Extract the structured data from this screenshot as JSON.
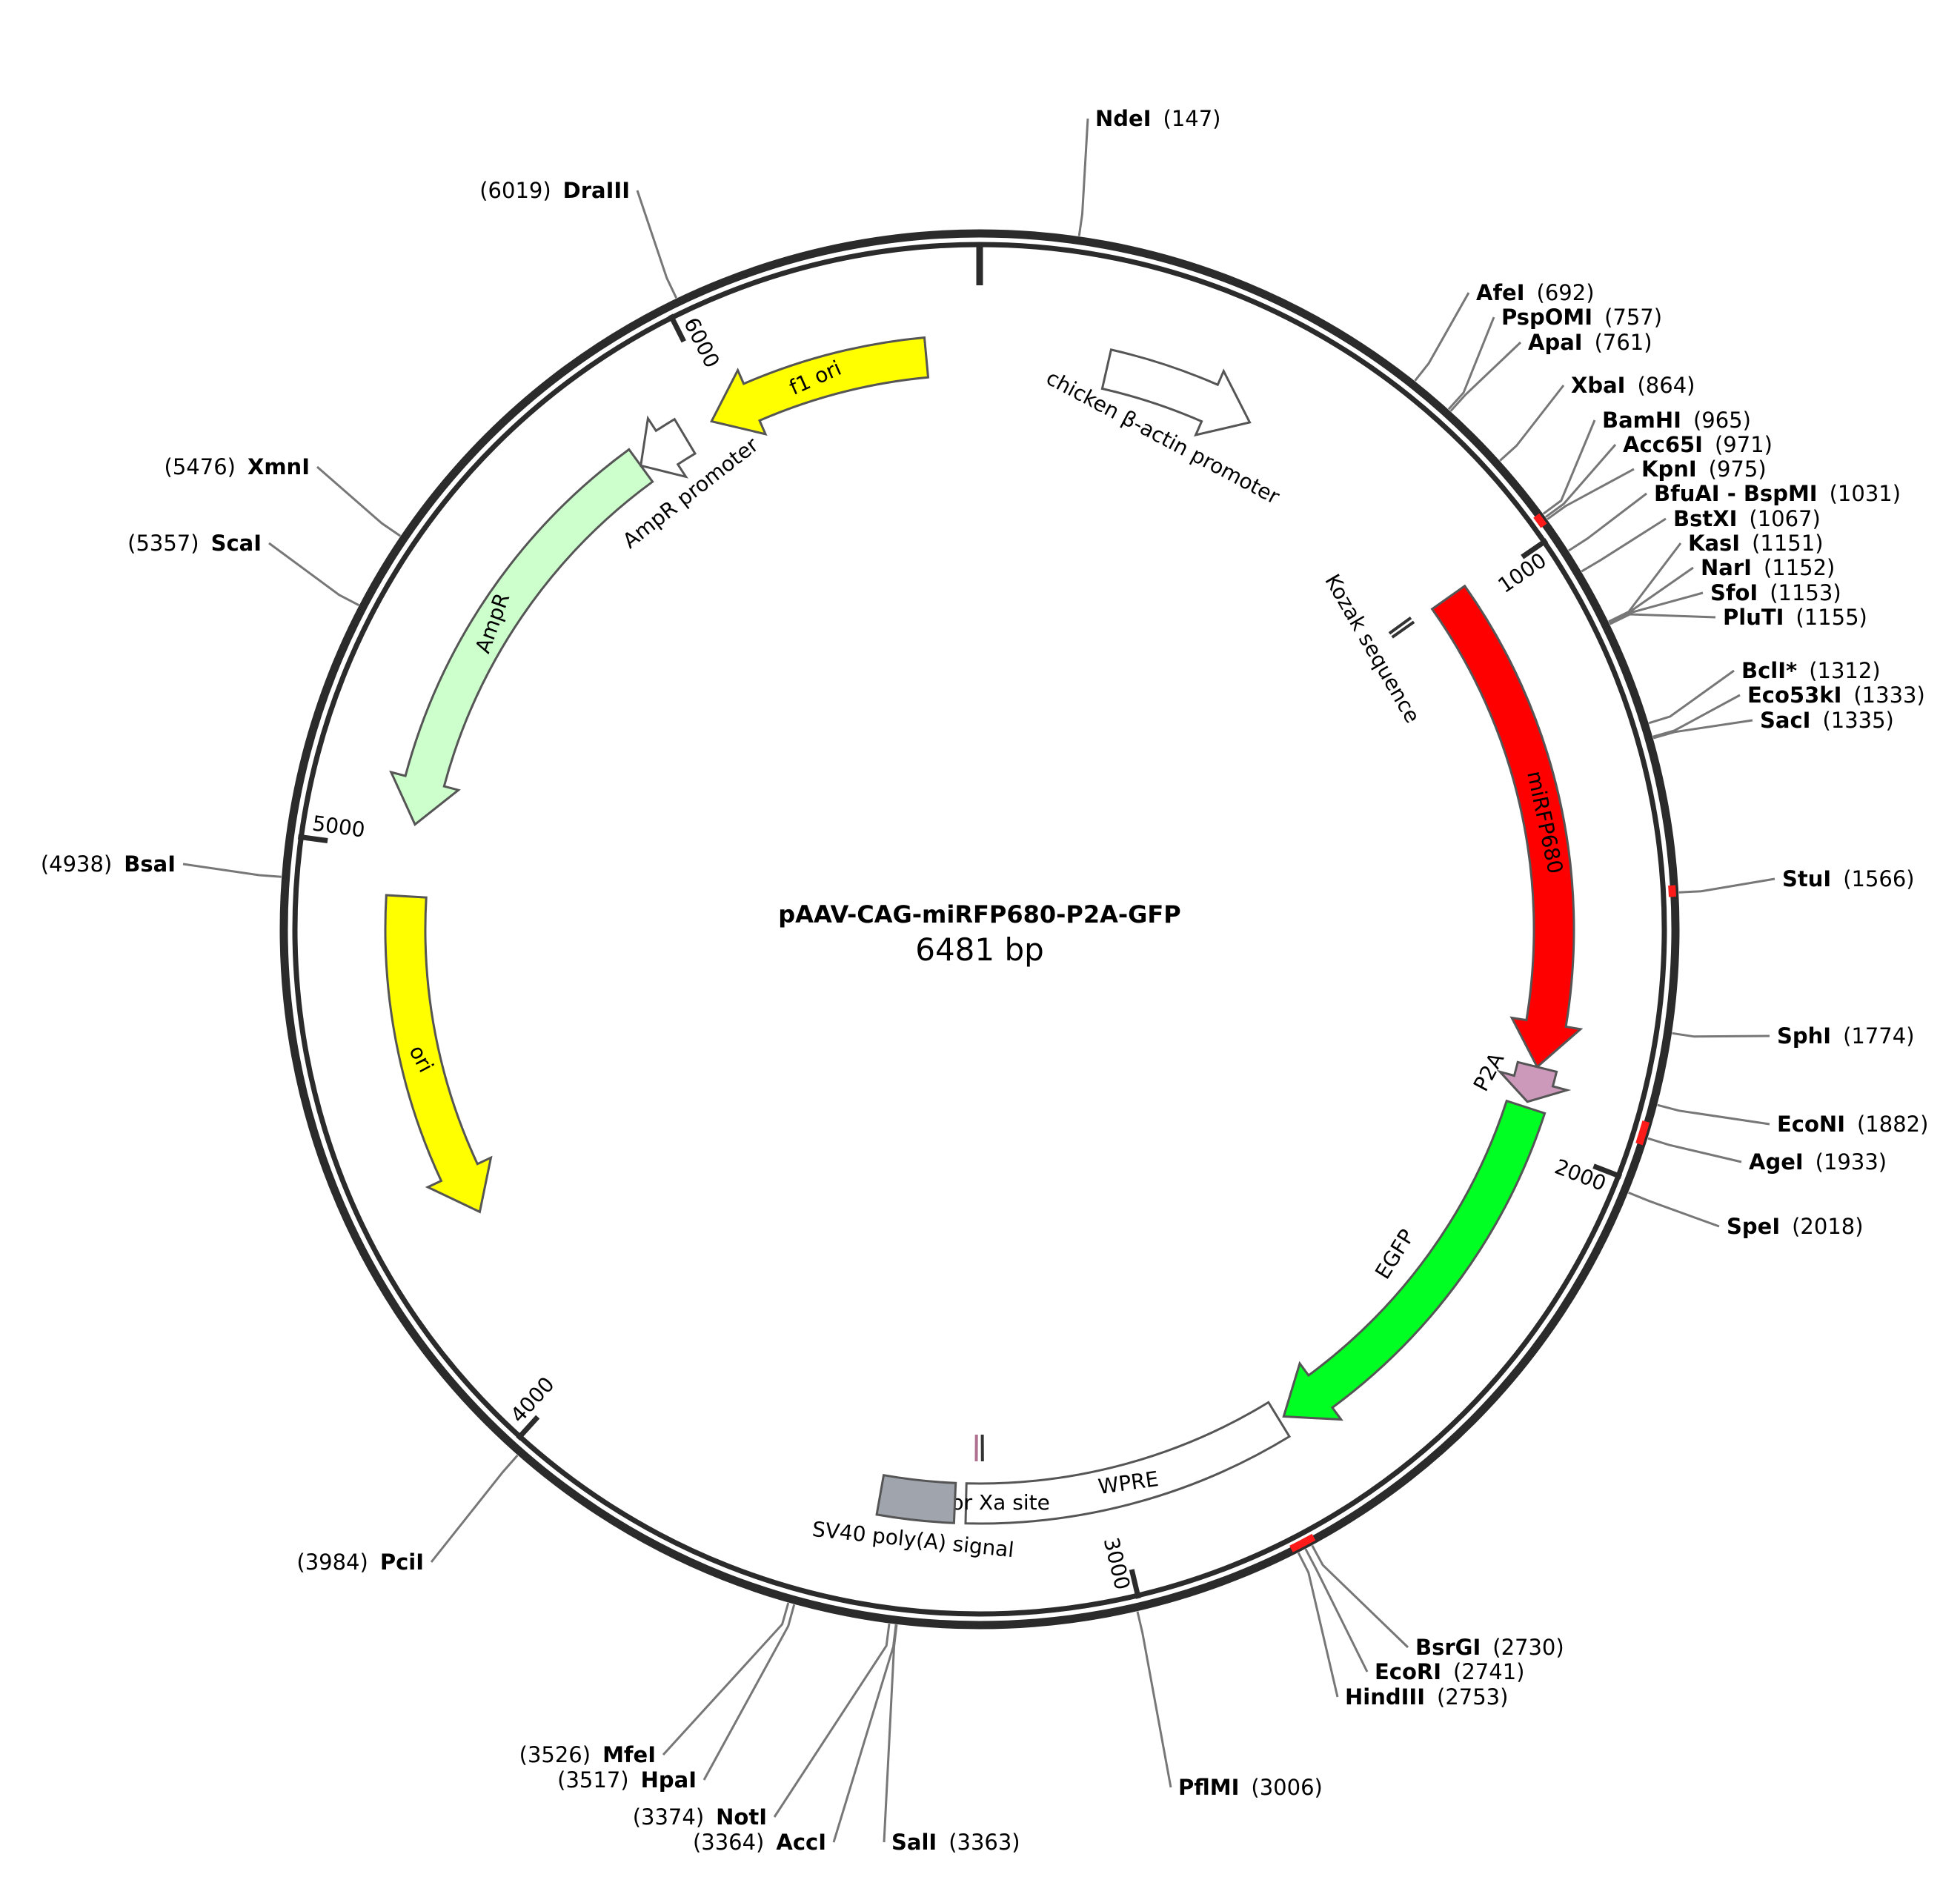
{
  "plasmid": {
    "name": "pAAV-CAG-miRFP680-P2A-GFP",
    "size_label": "6481 bp",
    "length": 6481
  },
  "colors": {
    "backbone": "#2b2b2b",
    "highlight": "#ff1a1a",
    "outline": "#555555",
    "leader": "#777777"
  },
  "ticks": [
    {
      "pos": 1000,
      "label": "1000"
    },
    {
      "pos": 2000,
      "label": "2000"
    },
    {
      "pos": 3000,
      "label": "3000"
    },
    {
      "pos": 4000,
      "label": "4000"
    },
    {
      "pos": 5000,
      "label": "5000"
    },
    {
      "pos": 6000,
      "label": "6000"
    }
  ],
  "backbone_highlights": [
    {
      "start": 961,
      "end": 980
    },
    {
      "start": 1555,
      "end": 1572
    },
    {
      "start": 1910,
      "end": 1945
    },
    {
      "start": 2722,
      "end": 2760
    }
  ],
  "features": [
    {
      "name": "chicken β-actin promoter",
      "start": 230,
      "end": 505,
      "dir": 1,
      "color": "#ffffff",
      "ring": 1,
      "arrow": true,
      "label_inside": false
    },
    {
      "name": "Kozak sequence",
      "start": 975,
      "end": 985,
      "dir": 1,
      "color": "#ffffff",
      "ring": 2,
      "arrow": false,
      "label_inside": false
    },
    {
      "name": "miRFP680",
      "start": 985,
      "end": 1870,
      "dir": 1,
      "color": "#ff0000",
      "ring": 1,
      "arrow": true,
      "label_inside": true,
      "text_color": "#ffffff"
    },
    {
      "name": "P2A",
      "start": 1870,
      "end": 1935,
      "dir": 1,
      "color": "#cc99bb",
      "ring": 1,
      "arrow": true,
      "label_inside": false
    },
    {
      "name": "EGFP",
      "start": 1945,
      "end": 2665,
      "dir": 1,
      "color": "#00ff22",
      "ring": 1,
      "arrow": true,
      "label_inside": false
    },
    {
      "name": "WPRE",
      "start": 2675,
      "end": 3265,
      "dir": 1,
      "color": "#ffffff",
      "ring": 1,
      "arrow": false,
      "label_inside": true,
      "text_color": "#000000"
    },
    {
      "name": "Factor Xa site",
      "start": 3235,
      "end": 3247,
      "dir": 1,
      "color": "#cc99bb",
      "ring": 2,
      "arrow": false,
      "label_inside": false
    },
    {
      "name": "SV40 poly(A) signal",
      "start": 3285,
      "end": 3420,
      "dir": 1,
      "color": "#a0a4ad",
      "ring": 1,
      "arrow": false,
      "label_inside": false
    },
    {
      "name": "ori",
      "start": 4330,
      "end": 4920,
      "dir": -1,
      "color": "#ffff00",
      "ring": 1,
      "arrow": true,
      "label_inside": true,
      "text_color": "#000000"
    },
    {
      "name": "AmpR",
      "start": 5050,
      "end": 5830,
      "dir": -1,
      "color": "#ccffcc",
      "ring": 1,
      "arrow": true,
      "label_inside": true,
      "text_color": "#000000"
    },
    {
      "name": "AmpR promoter",
      "start": 5830,
      "end": 5925,
      "dir": -1,
      "color": "#ffffff",
      "ring": 1,
      "arrow": true,
      "label_inside": false
    },
    {
      "name": "f1 ori",
      "start": 5980,
      "end": 6385,
      "dir": -1,
      "color": "#ffff00",
      "ring": 1,
      "arrow": true,
      "label_inside": true,
      "text_color": "#000000"
    }
  ],
  "sites": [
    {
      "name": "NdeI",
      "pos": "147",
      "bp": 147,
      "side": "right"
    },
    {
      "name": "AfeI",
      "pos": "692",
      "bp": 692,
      "side": "right"
    },
    {
      "name": "PspOMI",
      "pos": "757",
      "bp": 757,
      "side": "right"
    },
    {
      "name": "ApaI",
      "pos": "761",
      "bp": 761,
      "side": "right"
    },
    {
      "name": "XbaI",
      "pos": "864",
      "bp": 864,
      "side": "right"
    },
    {
      "name": "BamHI",
      "pos": "965",
      "bp": 965,
      "side": "right"
    },
    {
      "name": "Acc65I",
      "pos": "971",
      "bp": 971,
      "side": "right"
    },
    {
      "name": "KpnI",
      "pos": "975",
      "bp": 975,
      "side": "right"
    },
    {
      "name": "BfuAI - BspMI",
      "pos": "1031",
      "bp": 1031,
      "side": "right"
    },
    {
      "name": "BstXI",
      "pos": "1067",
      "bp": 1067,
      "side": "right"
    },
    {
      "name": "KasI",
      "pos": "1151",
      "bp": 1151,
      "side": "right"
    },
    {
      "name": "NarI",
      "pos": "1152",
      "bp": 1152,
      "side": "right"
    },
    {
      "name": "SfoI",
      "pos": "1153",
      "bp": 1153,
      "side": "right"
    },
    {
      "name": "PluTI",
      "pos": "1155",
      "bp": 1155,
      "side": "right"
    },
    {
      "name": "BclI*",
      "pos": "1312",
      "bp": 1312,
      "side": "right"
    },
    {
      "name": "Eco53kI",
      "pos": "1333",
      "bp": 1333,
      "side": "right"
    },
    {
      "name": "SacI",
      "pos": "1335",
      "bp": 1335,
      "side": "right"
    },
    {
      "name": "StuI",
      "pos": "1566",
      "bp": 1566,
      "side": "right"
    },
    {
      "name": "SphI",
      "pos": "1774",
      "bp": 1774,
      "side": "right"
    },
    {
      "name": "EcoNI",
      "pos": "1882",
      "bp": 1882,
      "side": "right"
    },
    {
      "name": "AgeI",
      "pos": "1933",
      "bp": 1933,
      "side": "right"
    },
    {
      "name": "SpeI",
      "pos": "2018",
      "bp": 2018,
      "side": "right"
    },
    {
      "name": "BsrGI",
      "pos": "2730",
      "bp": 2730,
      "side": "right"
    },
    {
      "name": "EcoRI",
      "pos": "2741",
      "bp": 2741,
      "side": "right"
    },
    {
      "name": "HindIII",
      "pos": "2753",
      "bp": 2753,
      "side": "right"
    },
    {
      "name": "PflMI",
      "pos": "3006",
      "bp": 3006,
      "side": "right"
    },
    {
      "name": "SalI",
      "pos": "3363",
      "bp": 3363,
      "side": "right"
    },
    {
      "name": "AccI",
      "pos": "3364",
      "bp": 3364,
      "side": "left"
    },
    {
      "name": "NotI",
      "pos": "3374",
      "bp": 3374,
      "side": "left"
    },
    {
      "name": "HpaI",
      "pos": "3517",
      "bp": 3517,
      "side": "left"
    },
    {
      "name": "MfeI",
      "pos": "3526",
      "bp": 3526,
      "side": "left"
    },
    {
      "name": "PciI",
      "pos": "3984",
      "bp": 3984,
      "side": "left"
    },
    {
      "name": "BsaI",
      "pos": "4938",
      "bp": 4938,
      "side": "left"
    },
    {
      "name": "ScaI",
      "pos": "5357",
      "bp": 5357,
      "side": "left"
    },
    {
      "name": "XmnI",
      "pos": "5476",
      "bp": 5476,
      "side": "left"
    },
    {
      "name": "DraIII",
      "pos": "6019",
      "bp": 6019,
      "side": "left"
    }
  ]
}
